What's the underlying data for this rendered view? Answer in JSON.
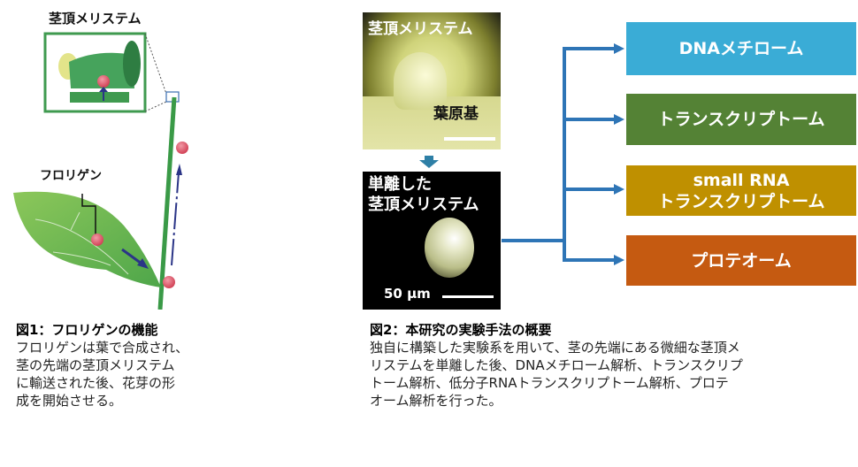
{
  "fig1": {
    "meristem_label": "茎頂メリステム",
    "florigen_label": "フロリゲン",
    "caption_title": "図1：フロリゲンの機能",
    "caption_lines": [
      "フロリゲンは葉で合成され、",
      "茎の先端の茎頂メリステム",
      "に輸送された後、花芽の形",
      "成を開始させる。"
    ]
  },
  "fig2": {
    "photo1_label": "茎頂メリステム",
    "photo1_sublabel": "葉原基",
    "photo2_label_line1": "単離した",
    "photo2_label_line2": "茎頂メリステム",
    "scale_label": "50 µm",
    "boxes": [
      {
        "label": "DNAメチローム",
        "color": "#3AACD6"
      },
      {
        "label": "トランスクリプトーム",
        "color": "#548235"
      },
      {
        "label_line1": "small RNA",
        "label_line2": "トランスクリプトーム",
        "color": "#BF9000"
      },
      {
        "label": "プロテオーム",
        "color": "#C55A11"
      }
    ],
    "connector_color": "#2E75B6",
    "caption_title": "図2：本研究の実験手法の概要",
    "caption_lines": [
      "独自に構築した実験系を用いて、茎の先端にある微細な茎頂メ",
      "リステムを単離した後、DNAメチローム解析、トランスクリプ",
      "トーム解析、低分子RNAトランスクリプトーム解析、プロテ",
      "オーム解析を行った。"
    ]
  }
}
